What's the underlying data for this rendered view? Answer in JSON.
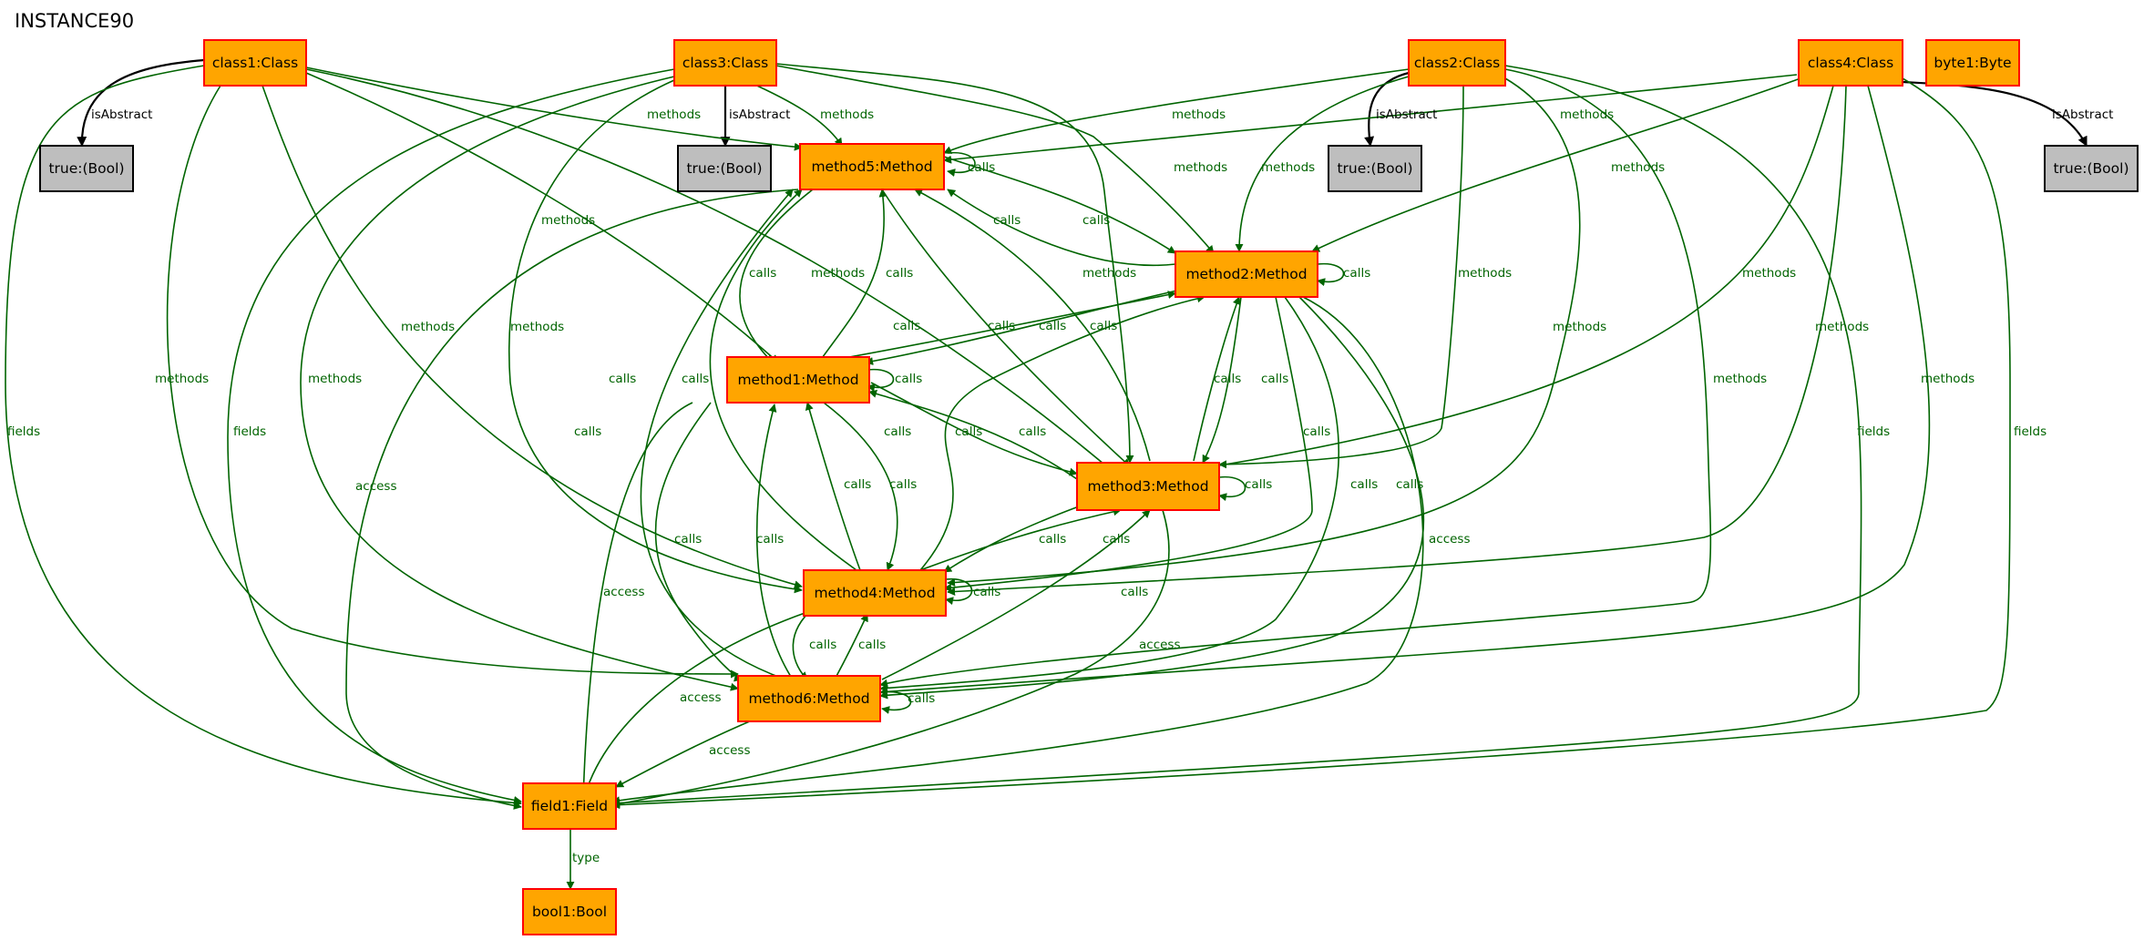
{
  "title": "INSTANCE90",
  "colors": {
    "node_fill": "#ffa500",
    "node_border": "#ff0000",
    "value_fill": "#bebebe",
    "edge_green": "#006400",
    "edge_black": "#000000"
  },
  "nodes": {
    "class1": "class1:Class",
    "class3": "class3:Class",
    "class2": "class2:Class",
    "class4": "class4:Class",
    "byte1": "byte1:Byte",
    "bool_a": "true:(Bool)",
    "bool_b": "true:(Bool)",
    "bool_c": "true:(Bool)",
    "bool_d": "true:(Bool)",
    "method5": "method5:Method",
    "method2": "method2:Method",
    "method1": "method1:Method",
    "method3": "method3:Method",
    "method4": "method4:Method",
    "method6": "method6:Method",
    "field1": "field1:Field",
    "bool1": "bool1:Bool"
  },
  "edge_labels": {
    "methods": "methods",
    "calls": "calls",
    "fields": "fields",
    "access": "access",
    "type": "type",
    "isAbstract": "isAbstract"
  }
}
